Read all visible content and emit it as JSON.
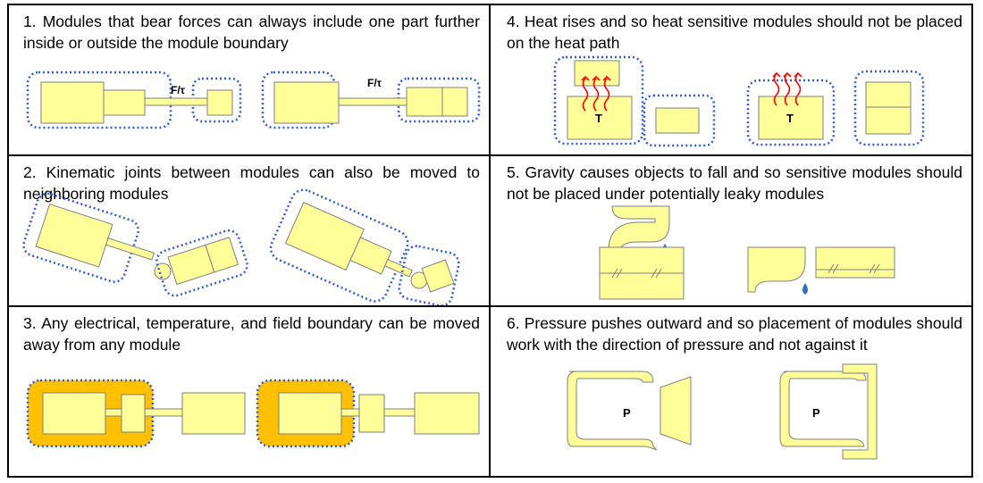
{
  "colors": {
    "module_fill": "#FFFF99",
    "module_stroke": "#7F7F7F",
    "boundary_dotted": "#2E5BD9",
    "boundary_fill": "#FFC000",
    "heat_arrow": "#FF0000",
    "water_drop": "#2E75B6"
  },
  "panels": [
    {
      "id": "1",
      "text": "1. Modules that bear forces can always include one part further inside or outside the module boundary",
      "labels": [
        "F/τ",
        "F/τ"
      ]
    },
    {
      "id": "4",
      "text": "4. Heat rises and so heat sensitive modules should not be placed on the heat path",
      "labels": [
        "T",
        "T"
      ]
    },
    {
      "id": "2",
      "text": "2. Kinematic joints between modules can also be moved to neighboring modules",
      "labels": []
    },
    {
      "id": "5",
      "text": "5. Gravity causes objects to fall and so sensitive modules should not be placed under potentially leaky modules",
      "labels": []
    },
    {
      "id": "3",
      "text": "3. Any electrical, temperature, and field boundary can be moved away from any module",
      "labels": []
    },
    {
      "id": "6",
      "text": "6. Pressure pushes outward and so placement of modules should work with the direction of pressure and not against it",
      "labels": [
        "P",
        "P"
      ]
    }
  ]
}
